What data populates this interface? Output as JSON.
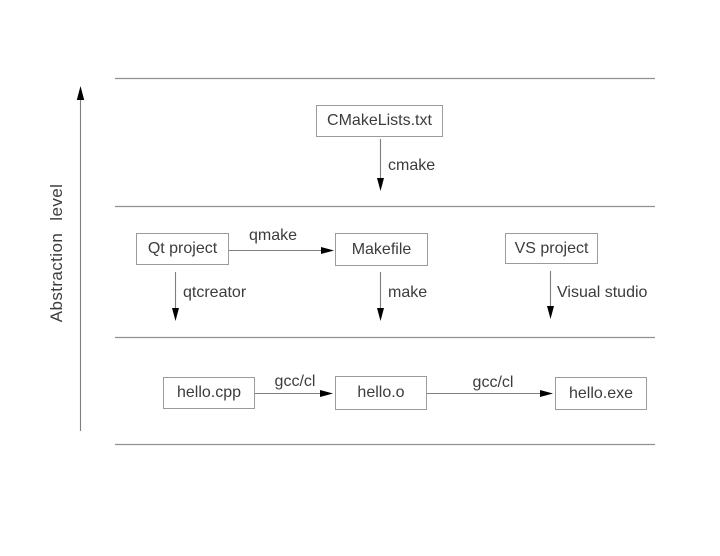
{
  "diagram": {
    "axis": {
      "label": "Abstraction level"
    },
    "nodes": {
      "cmakelists": "CMakeLists.txt",
      "qt_project": "Qt project",
      "makefile": "Makefile",
      "vs_project": "VS project",
      "hello_cpp": "hello.cpp",
      "hello_o": "hello.o",
      "hello_exe": "hello.exe"
    },
    "edges": {
      "cmake": "cmake",
      "qmake": "qmake",
      "qtcreator": "qtcreator",
      "make": "make",
      "visual_studio": "Visual studio",
      "gcc_cl_first": "gcc/cl",
      "gcc_cl_second": "gcc/cl"
    },
    "colors": {
      "background": "#ffffff",
      "band_line": "#919191",
      "box_border": "#9b9b9b",
      "box_fill": "#ffffff",
      "text": "#3c3c3c",
      "arrow_stem": "#7f7f7f",
      "arrow_head": "#000000"
    }
  }
}
